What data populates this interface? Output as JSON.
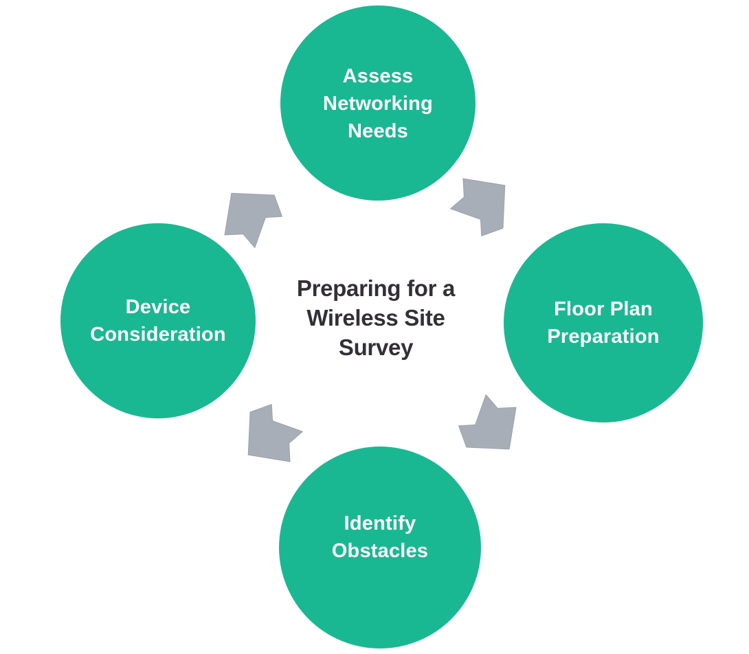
{
  "title": {
    "text": "Preparing for a\nWireless Site\nSurvey"
  },
  "cycle": {
    "flow_direction": "clockwise",
    "steps": [
      {
        "id": "assess-networking-needs",
        "label": "Assess\nNetworking\nNeeds",
        "position": "top"
      },
      {
        "id": "floor-plan-preparation",
        "label": "Floor Plan\nPreparation",
        "position": "right"
      },
      {
        "id": "identify-obstacles",
        "label": "Identify\nObstacles",
        "position": "bottom"
      },
      {
        "id": "device-consideration",
        "label": "Device\nConsideration",
        "position": "left"
      }
    ],
    "arrows": [
      {
        "from": "assess-networking-needs",
        "to": "floor-plan-preparation",
        "direction": "southeast"
      },
      {
        "from": "floor-plan-preparation",
        "to": "identify-obstacles",
        "direction": "southwest"
      },
      {
        "from": "identify-obstacles",
        "to": "device-consideration",
        "direction": "northwest"
      },
      {
        "from": "device-consideration",
        "to": "assess-networking-needs",
        "direction": "northeast"
      }
    ]
  },
  "colors": {
    "background": "#ffffff",
    "circle": "#1ab892",
    "circle_text": "#ffffff",
    "arrow": "#a8aeb8",
    "arrow_edge": "#9aa1ac",
    "title_text": "#322f37"
  }
}
